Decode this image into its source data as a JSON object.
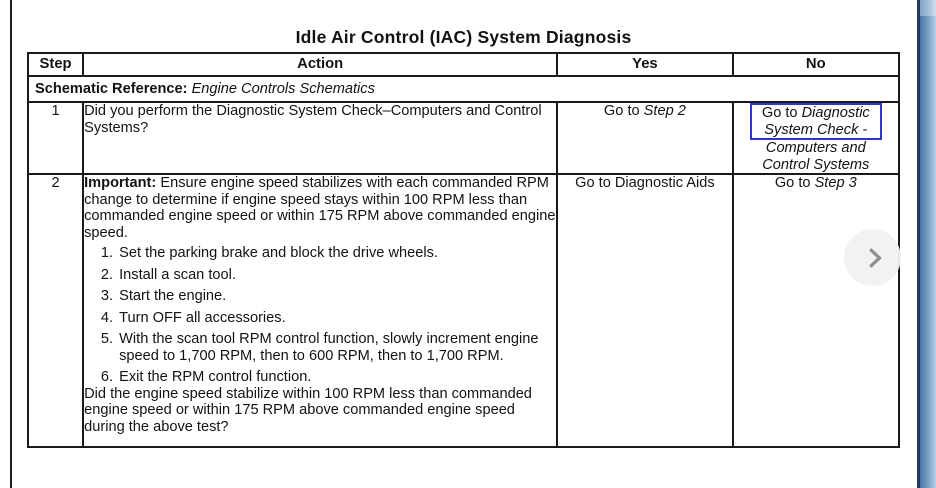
{
  "page": {
    "title": "Idle Air Control (IAC) System Diagnosis"
  },
  "table": {
    "headers": {
      "step": "Step",
      "action": "Action",
      "yes": "Yes",
      "no": "No"
    },
    "schematic": {
      "label": "Schematic Reference:",
      "value": "Engine Controls Schematics"
    },
    "rows": [
      {
        "step": "1",
        "question": "Did you perform the Diagnostic System Check–Computers and Control Systems?",
        "yes": {
          "prefix": "Go to ",
          "target": "Step 2"
        },
        "no": {
          "line1_prefix": "Go to ",
          "line1_italic": "Diagnostic",
          "line2": "System Check -",
          "line3": "Computers and",
          "line4": "Control Systems"
        }
      },
      {
        "step": "2",
        "important_label": "Important:",
        "important_text": "Ensure engine speed stabilizes with each commanded RPM change to determine if engine speed stays within 100 RPM less than commanded engine speed or within 175 RPM above commanded engine speed.",
        "steps": [
          "Set the parking brake and block the drive wheels.",
          "Install a scan tool.",
          "Start the engine.",
          "Turn OFF all accessories.",
          "With the scan tool RPM control function, slowly increment engine speed to 1,700 RPM, then to 600 RPM, then to 1,700 RPM.",
          "Exit the RPM control function."
        ],
        "question": "Did the engine speed stabilize within 100 RPM less than commanded engine speed or within 175 RPM above commanded engine speed during the above test?",
        "yes": {
          "text": "Go to Diagnostic Aids"
        },
        "no": {
          "prefix": "Go to ",
          "target": "Step 3"
        }
      }
    ]
  },
  "colors": {
    "link_box_blue": "#3232cf",
    "window_border_blue": "#4c76a4",
    "window_border_edge": "#23395d",
    "next_button_bg": "#f1f1f1",
    "chevron_gray": "#8f8f8f"
  }
}
